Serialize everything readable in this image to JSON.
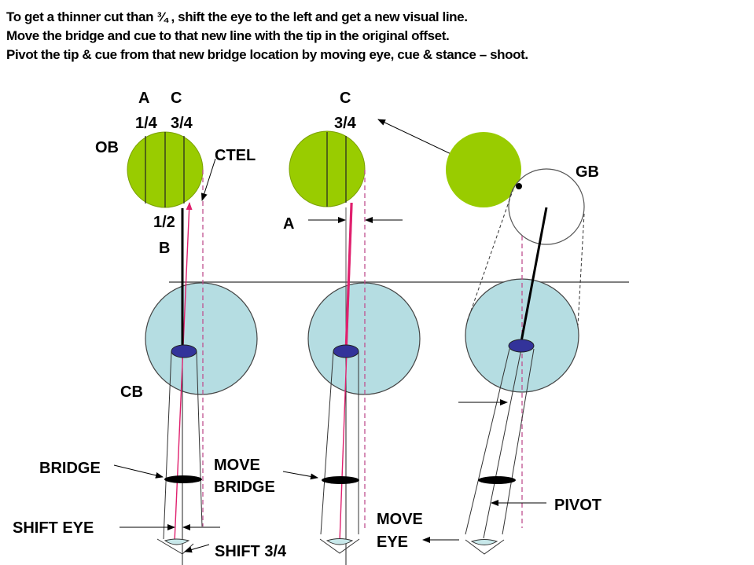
{
  "header": {
    "lines": [
      "To get a thinner cut than ¾ , shift the eye to the left and get a new visual line.",
      "Move the bridge and cue to that new line with the tip in the original offset.",
      "Pivot the tip & cue from that new bridge location by moving eye, cue & stance – shoot."
    ]
  },
  "colors": {
    "object_ball": "#99cc00",
    "cue_ball": "#b5dde2",
    "cue_tip": "#33339a",
    "aim_line": "#e0206e",
    "dashed_line": "#c05090",
    "eye": "#c8e8ea"
  },
  "panel1": {
    "label_a": "A",
    "label_c": "C",
    "label_quarter": "1/4",
    "label_three_quarter": "3/4",
    "label_ob": "OB",
    "label_ctel": "CTEL",
    "label_half": "1/2",
    "label_b": "B",
    "label_cb": "CB",
    "label_bridge": "BRIDGE",
    "label_shift_eye": "SHIFT EYE",
    "label_shift_three_quarter": "SHIFT 3/4"
  },
  "panel2": {
    "label_c": "C",
    "label_three_quarter": "3/4",
    "label_a": "A",
    "label_move_bridge_1": "MOVE",
    "label_move_bridge_2": "BRIDGE",
    "label_move_eye_1": "MOVE",
    "label_move_eye_2": "EYE"
  },
  "panel3": {
    "label_gb": "GB",
    "label_pivot": "PIVOT"
  }
}
